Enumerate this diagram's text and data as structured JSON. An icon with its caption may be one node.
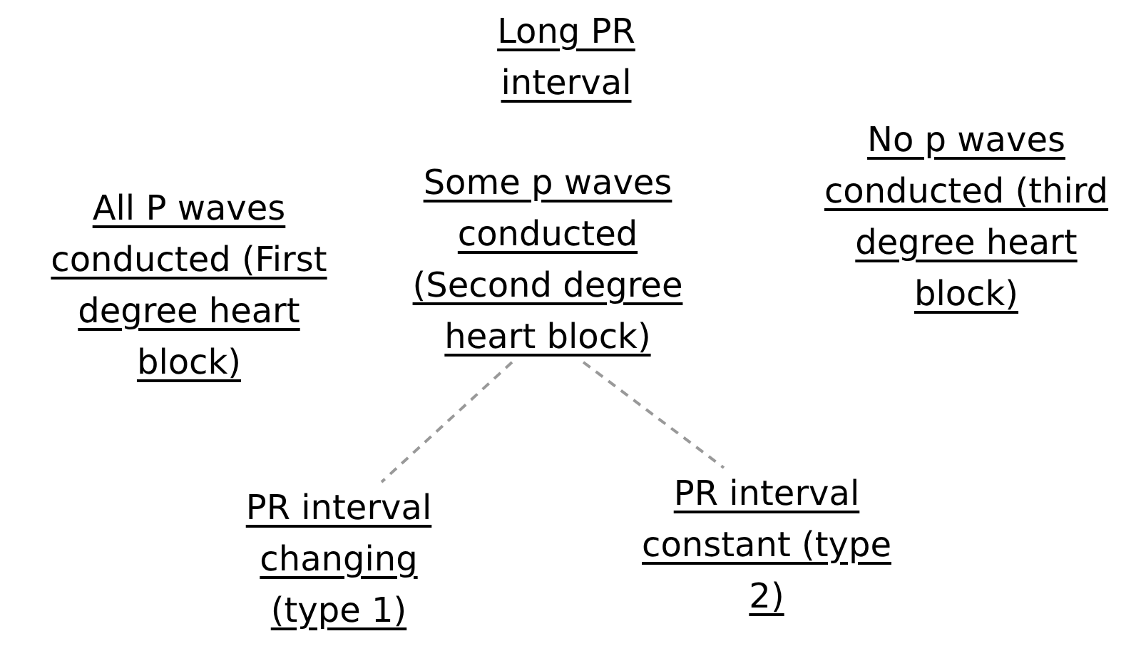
{
  "diagram": {
    "nodes": [
      {
        "text": [
          "Long PR interval"
        ]
      },
      {
        "text": [
          "All P waves conducted (First degree heart block)"
        ]
      },
      {
        "text": [
          "Some p waves conducted (Second degree heart block)"
        ]
      },
      {
        "text": [
          "No p waves conducted (third degree heart block)"
        ]
      },
      {
        "text": [
          "PR interval changing (type 1)"
        ]
      },
      {
        "text": [
          "PR interval constant (type 2)"
        ]
      }
    ],
    "edges": [
      {
        "from": 2,
        "to": 4,
        "arrow": "none",
        "style": "dashed"
      },
      {
        "from": 2,
        "to": 5,
        "arrow": "none",
        "style": "dashed"
      }
    ]
  }
}
